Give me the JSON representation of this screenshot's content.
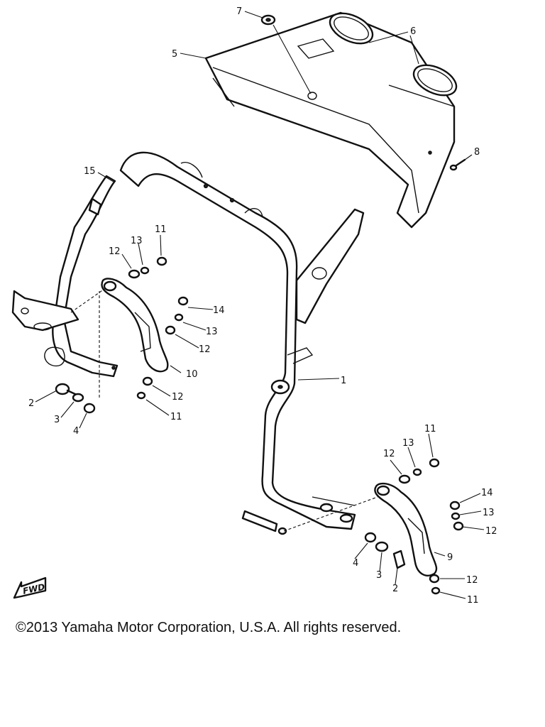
{
  "diagram": {
    "fwd_label": "FWD",
    "callouts": [
      {
        "id": "c1",
        "text": "1"
      },
      {
        "id": "c2a",
        "text": "2"
      },
      {
        "id": "c2b",
        "text": "2"
      },
      {
        "id": "c3a",
        "text": "3"
      },
      {
        "id": "c3b",
        "text": "3"
      },
      {
        "id": "c4a",
        "text": "4"
      },
      {
        "id": "c4b",
        "text": "4"
      },
      {
        "id": "c5",
        "text": "5"
      },
      {
        "id": "c6",
        "text": "6"
      },
      {
        "id": "c7",
        "text": "7"
      },
      {
        "id": "c8",
        "text": "8"
      },
      {
        "id": "c9",
        "text": "9"
      },
      {
        "id": "c10",
        "text": "10"
      },
      {
        "id": "c11a",
        "text": "11"
      },
      {
        "id": "c11b",
        "text": "11"
      },
      {
        "id": "c11c",
        "text": "11"
      },
      {
        "id": "c11d",
        "text": "11"
      },
      {
        "id": "c12a",
        "text": "12"
      },
      {
        "id": "c12b",
        "text": "12"
      },
      {
        "id": "c12c",
        "text": "12"
      },
      {
        "id": "c12d",
        "text": "12"
      },
      {
        "id": "c12e",
        "text": "12"
      },
      {
        "id": "c12f",
        "text": "12"
      },
      {
        "id": "c13a",
        "text": "13"
      },
      {
        "id": "c13b",
        "text": "13"
      },
      {
        "id": "c13c",
        "text": "13"
      },
      {
        "id": "c13d",
        "text": "13"
      },
      {
        "id": "c14a",
        "text": "14"
      },
      {
        "id": "c14b",
        "text": "14"
      },
      {
        "id": "c15",
        "text": "15"
      }
    ]
  },
  "footer": {
    "copyright": "©2013 Yamaha Motor Corporation, U.S.A. All rights reserved."
  }
}
